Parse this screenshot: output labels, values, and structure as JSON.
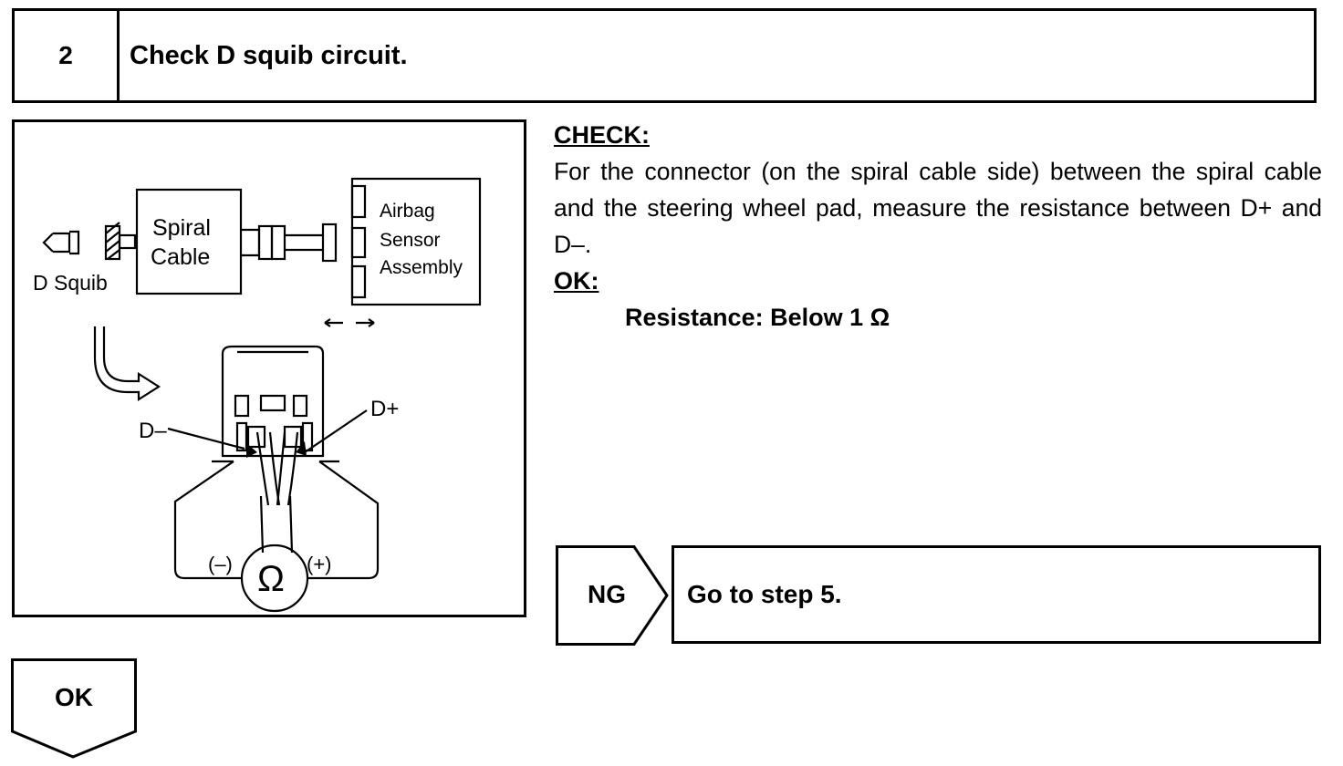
{
  "step": {
    "number": "2",
    "title": "Check D squib circuit."
  },
  "figure": {
    "spiral_line1": "Spiral",
    "spiral_line2": "Cable",
    "airbag_line1": "Airbag",
    "airbag_line2": "Sensor",
    "airbag_line3": "Assembly",
    "squib_label": "D Squib",
    "d_minus": "D–",
    "d_plus": "D+",
    "meter_neg": "(–)",
    "meter_pos": "(+)",
    "ohm_symbol": "Ω"
  },
  "check": {
    "heading": "CHECK:",
    "text": "For the connector (on the spiral cable side) between the spiral cable and the steering wheel pad, measure the resistance between D+ and D–.",
    "ok_heading": "OK:",
    "spec": "Resistance: Below 1 Ω"
  },
  "ng": {
    "label": "NG",
    "action": "Go to step 5."
  },
  "ok": {
    "label": "OK"
  }
}
